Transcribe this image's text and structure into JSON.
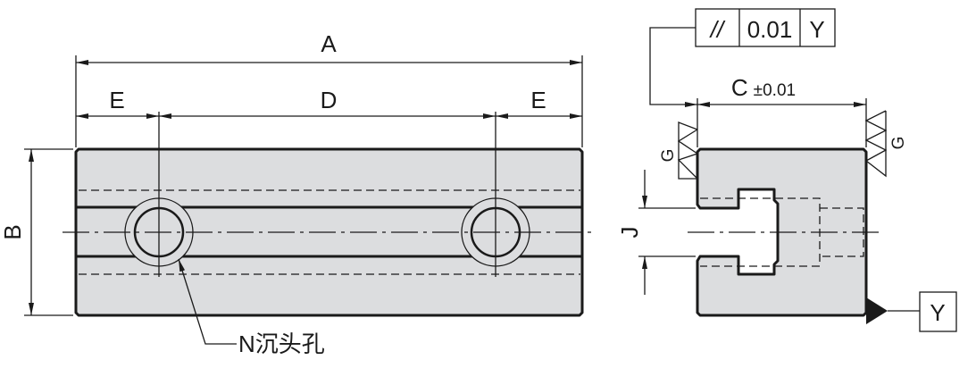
{
  "labels": {
    "A": "A",
    "B": "B",
    "C": "C",
    "C_tol": "±0.01",
    "D": "D",
    "E_left": "E",
    "E_right": "E",
    "J": "J",
    "G_left": "G",
    "G_right": "G",
    "hole_note": "N沉头孔"
  },
  "tolerance_frame": {
    "symbol": "//",
    "value": "0.01",
    "datum": "Y"
  },
  "datum": "Y"
}
